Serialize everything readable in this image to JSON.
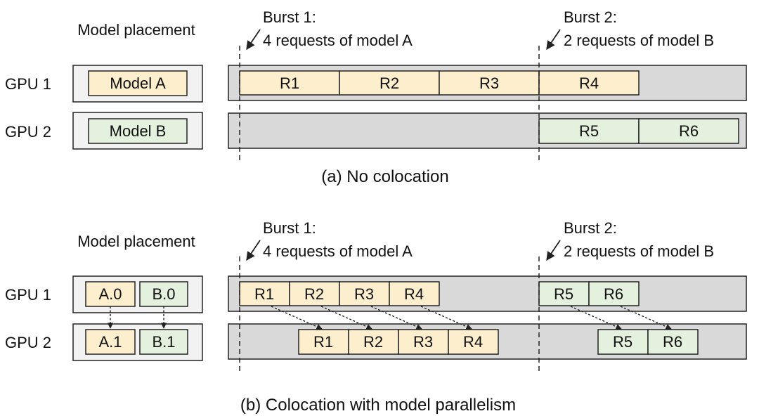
{
  "colors": {
    "model_a": "#fdefce",
    "model_b": "#e4f1de",
    "timeline": "#d9d9d9",
    "placement_box": "#f2f2f2",
    "stroke": "#222222"
  },
  "panel_a": {
    "caption": "(a) No colocation",
    "placement_label": "Model placement",
    "gpu1_label": "GPU 1",
    "gpu2_label": "GPU 2",
    "gpu1_model": "Model A",
    "gpu2_model": "Model B",
    "burst1_title": "Burst 1:",
    "burst1_desc": "4 requests of model A",
    "burst2_title": "Burst 2:",
    "burst2_desc": "2 requests of model B",
    "gpu1_requests": [
      "R1",
      "R2",
      "R3",
      "R4"
    ],
    "gpu2_requests": [
      "R5",
      "R6"
    ]
  },
  "panel_b": {
    "caption": "(b) Colocation with model parallelism",
    "placement_label": "Model placement",
    "gpu1_label": "GPU 1",
    "gpu2_label": "GPU 2",
    "gpu1_models": [
      "A.0",
      "B.0"
    ],
    "gpu2_models": [
      "A.1",
      "B.1"
    ],
    "burst1_title": "Burst 1:",
    "burst1_desc": "4 requests of model A",
    "burst2_title": "Burst 2:",
    "burst2_desc": "2 requests of model B",
    "gpu1_requests_a": [
      "R1",
      "R2",
      "R3",
      "R4"
    ],
    "gpu1_requests_b": [
      "R5",
      "R6"
    ],
    "gpu2_requests_a": [
      "R1",
      "R2",
      "R3",
      "R4"
    ],
    "gpu2_requests_b": [
      "R5",
      "R6"
    ]
  }
}
